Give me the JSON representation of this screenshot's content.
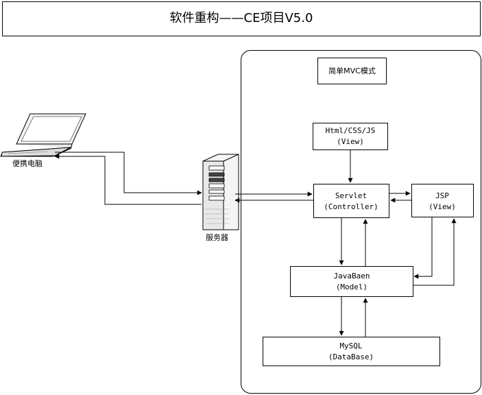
{
  "title": "软件重构——CE项目V5.0",
  "mvc_frame_label": "简单MVC模式",
  "laptop_label": "便携电脑",
  "server_label": "服务器",
  "nodes": {
    "html_css_js": {
      "line1": "Html/CSS/JS",
      "line2": "(View)"
    },
    "servlet": {
      "line1": "Servlet",
      "line2": "(Controller)"
    },
    "jsp": {
      "line1": "JSP",
      "line2": "(View)"
    },
    "javabean": {
      "line1": "JavaBaen",
      "line2": "(Model)"
    },
    "mysql": {
      "line1": "MySQL",
      "line2": "(DataBase)"
    }
  }
}
